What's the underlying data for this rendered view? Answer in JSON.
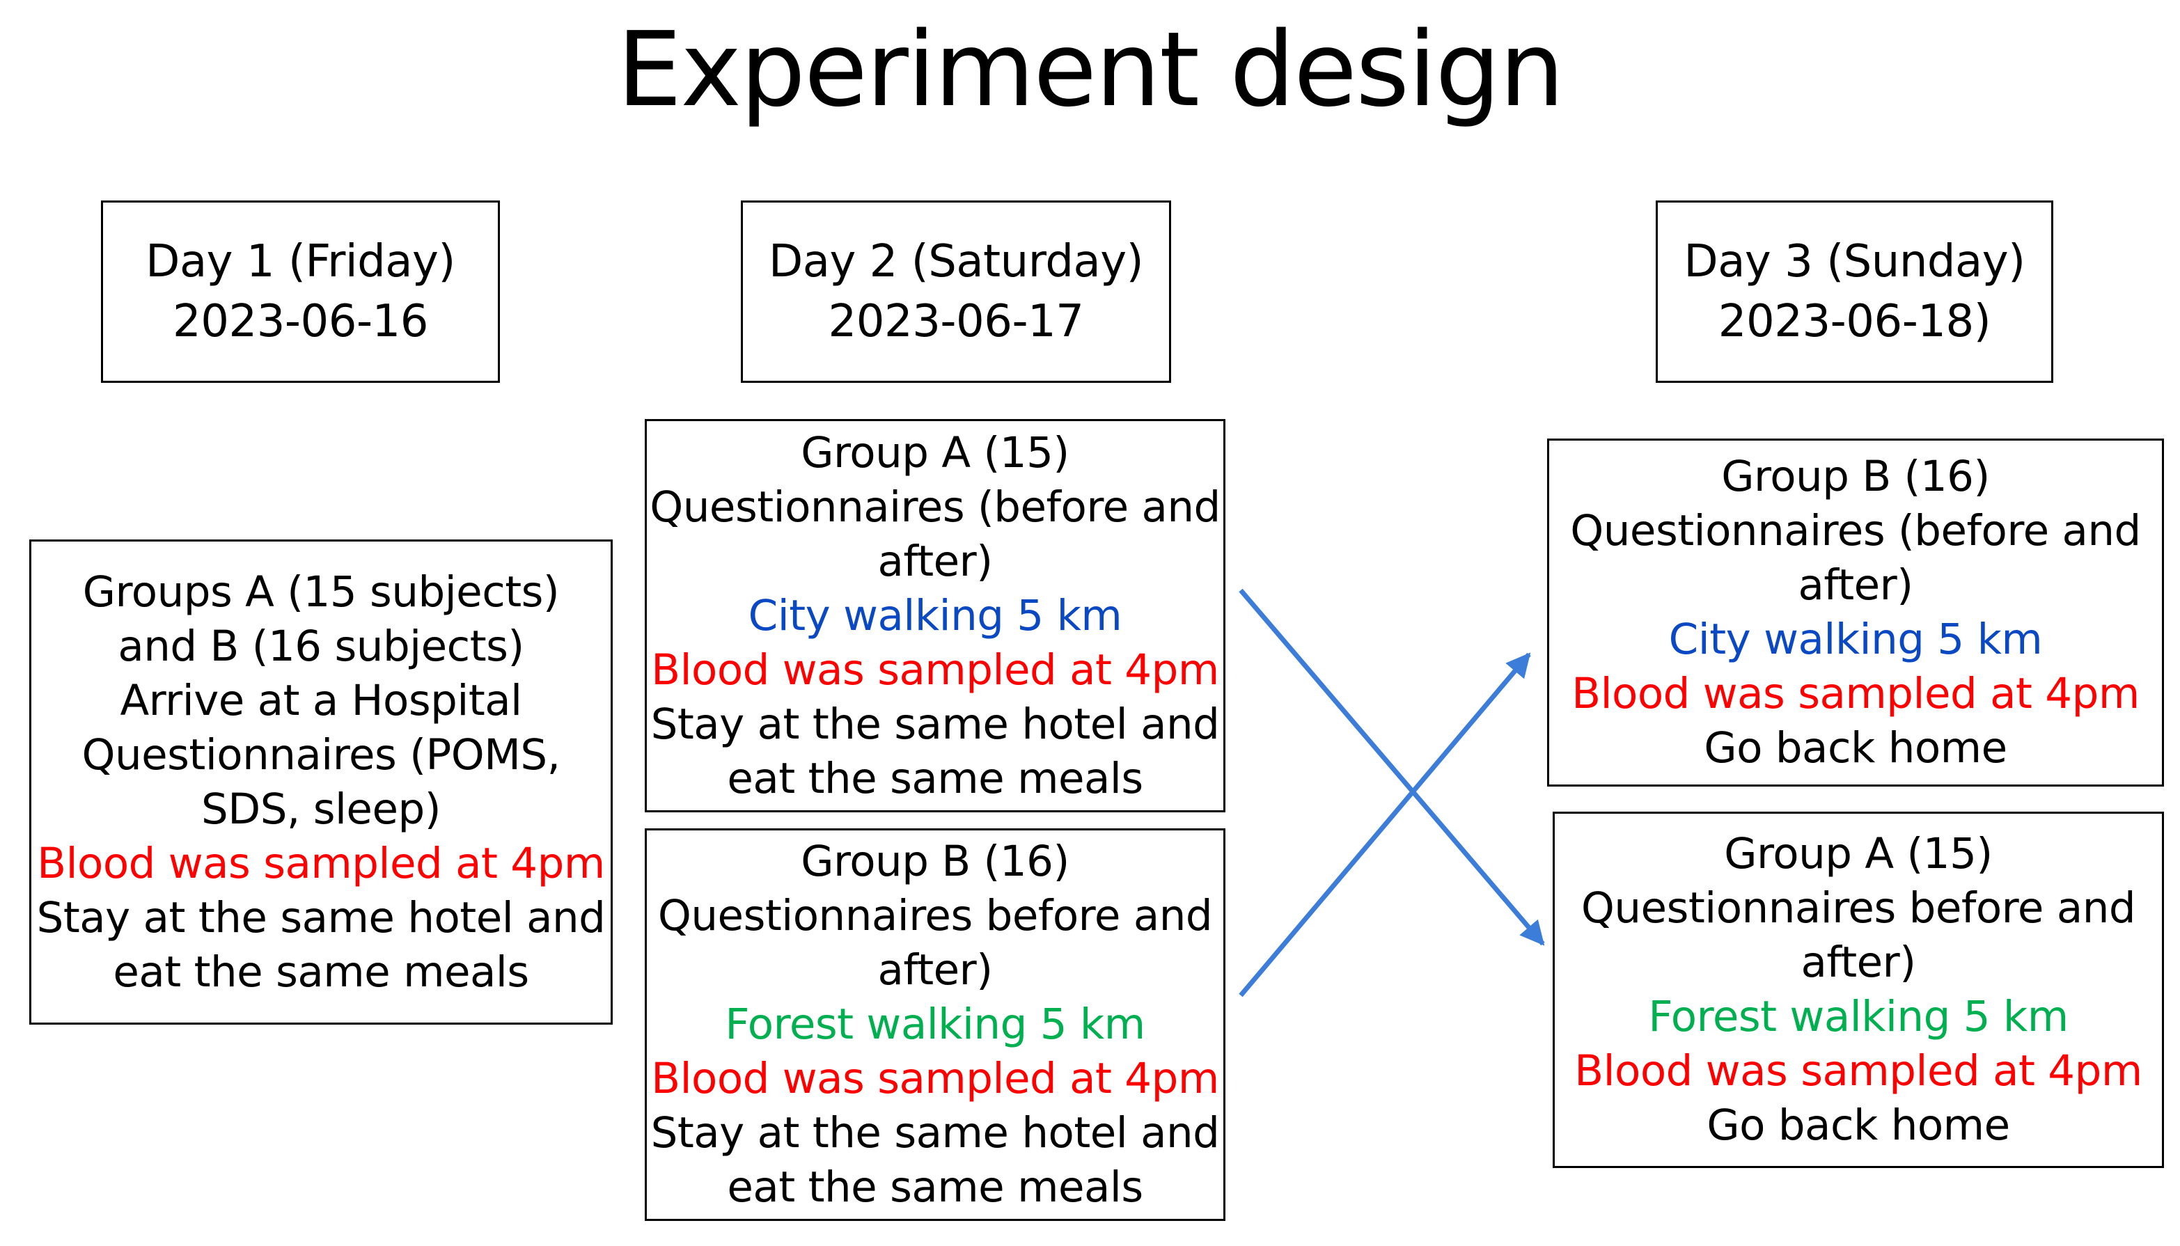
{
  "title": "Experiment design",
  "days": {
    "day1": {
      "line1": "Day 1 (Friday)",
      "line2": "2023-06-16"
    },
    "day2": {
      "line1": "Day 2 (Saturday)",
      "line2": "2023-06-17"
    },
    "day3": {
      "line1": "Day 3 (Sunday)",
      "line2": "2023-06-18)"
    }
  },
  "day1_box": {
    "line1": "Groups A (15 subjects)",
    "line2": "and B (16 subjects)",
    "line3": "Arrive at a Hospital",
    "line4": "Questionnaires (POMS,",
    "line5": "SDS, sleep)",
    "blood": "Blood was sampled at 4pm",
    "line7": "Stay at the same hotel and",
    "line8": "eat the same meals"
  },
  "day2_group_a": {
    "group": "Group A (15)",
    "q1": "Questionnaires (before and",
    "q2": "after)",
    "walk": "City walking 5 km",
    "blood": "Blood was sampled at 4pm",
    "stay1": "Stay at the same hotel and",
    "stay2": "eat the same meals"
  },
  "day2_group_b": {
    "group": "Group B (16)",
    "q1": "Questionnaires before and",
    "q2": "after)",
    "walk": "Forest walking 5 km",
    "blood": "Blood was sampled at 4pm",
    "stay1": "Stay at the same hotel and",
    "stay2": "eat the same meals"
  },
  "day3_group_b": {
    "group": "Group B (16)",
    "q1": "Questionnaires (before and",
    "q2": "after)",
    "walk": "City walking 5 km",
    "blood": "Blood was sampled at 4pm",
    "home": "Go back home"
  },
  "day3_group_a": {
    "group": "Group A (15)",
    "q1": "Questionnaires before and",
    "q2": "after)",
    "walk": "Forest walking 5 km",
    "blood": "Blood was sampled at 4pm",
    "home": "Go back home"
  },
  "colors": {
    "city_walking": "#0b49c4",
    "forest_walking": "#00b050",
    "blood_sampling": "#ff0000",
    "arrow": "#3b7dd8"
  }
}
